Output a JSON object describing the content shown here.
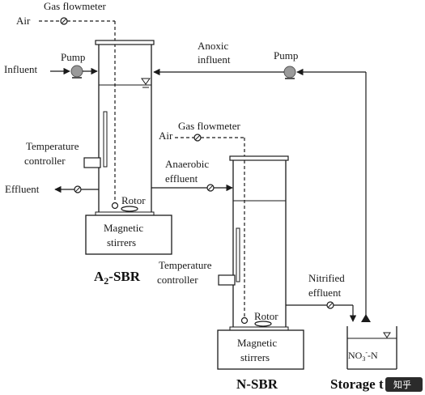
{
  "labels": {
    "gas_flowmeter_1": "Gas flowmeter",
    "air_1": "Air",
    "influent": "Influent",
    "pump_1": "Pump",
    "anoxic_influent_l1": "Anoxic",
    "anoxic_influent_l2": "influent",
    "pump_2": "Pump",
    "air_2": "Air",
    "gas_flowmeter_2": "Gas flowmeter",
    "temp_ctrl_1_l1": "Temperature",
    "temp_ctrl_1_l2": "controller",
    "anaerobic_effluent_l1": "Anaerobic",
    "anaerobic_effluent_l2": "effluent",
    "effluent": "Effluent",
    "rotor_1": "Rotor",
    "magnetic_stirrers_1_l1": "Magnetic",
    "magnetic_stirrers_1_l2": "stirrers",
    "a2sbr_main": "A",
    "a2sbr_sub": "2",
    "a2sbr_tail": "-SBR",
    "temp_ctrl_2_l1": "Temperature",
    "temp_ctrl_2_l2": "controller",
    "nitrified_effluent_l1": "Nitrified",
    "nitrified_effluent_l2": "effluent",
    "rotor_2": "Rotor",
    "magnetic_stirrers_2_l1": "Magnetic",
    "magnetic_stirrers_2_l2": "stirrers",
    "nsbr": "N-SBR",
    "no3_main": "NO",
    "no3_sub": "3",
    "no3_sup": "-",
    "no3_tail": "-N",
    "storage": "Storag",
    "storage_tail": "e t",
    "watermark": "知乎"
  },
  "colors": {
    "line": "#1a1a1a",
    "pump_fill": "#9a9a9a",
    "background": "#ffffff",
    "watermark_bg": "#2b2b2b"
  }
}
